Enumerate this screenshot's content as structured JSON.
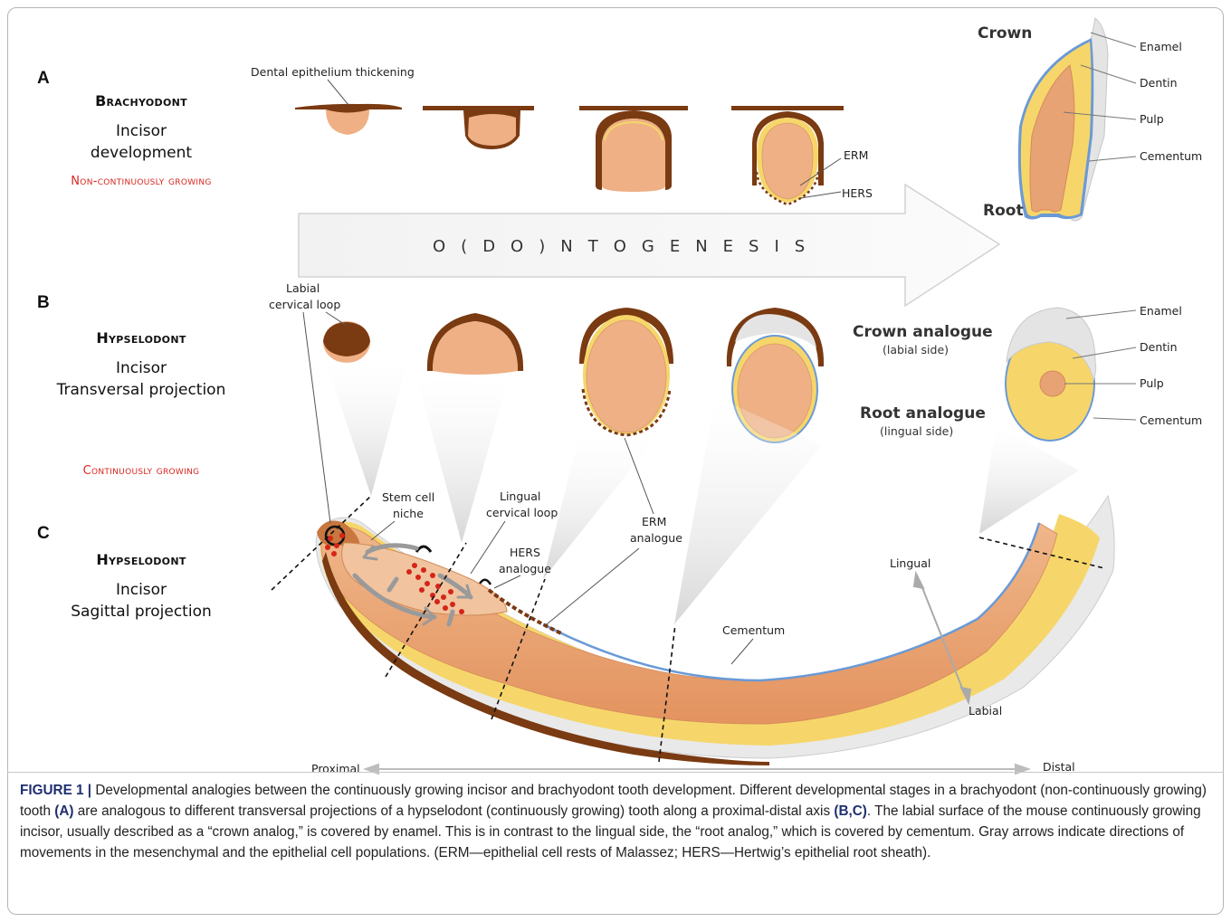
{
  "panels": {
    "a": {
      "letter": "A",
      "type": "Brachyodont",
      "line1": "Incisor",
      "line2": "development",
      "growth": "Non-continuously growing"
    },
    "b": {
      "letter": "B",
      "type": "Hypselodont",
      "line1": "Incisor",
      "line2": "Transversal projection",
      "growth": "Continuously growing"
    },
    "c": {
      "letter": "C",
      "type": "Hypselodont",
      "line1": "Incisor",
      "line2": "Sagittal projection"
    }
  },
  "annotations": {
    "dental_epithelium": "Dental epithelium thickening",
    "erm": "ERM",
    "hers": "HERS",
    "crown": "Crown",
    "root": "Root",
    "enamel": "Enamel",
    "dentin": "Dentin",
    "pulp": "Pulp",
    "cementum": "Cementum",
    "arrow_text": "O(DO)NTOGENESIS",
    "labial_cervical_loop_1": "Labial",
    "labial_cervical_loop_2": "cervical loop",
    "crown_analogue": "Crown analogue",
    "crown_analogue_sub": "(labial side)",
    "root_analogue": "Root analogue",
    "root_analogue_sub": "(lingual side)",
    "stem_cell_1": "Stem cell",
    "stem_cell_2": "niche",
    "lingual_loop_1": "Lingual",
    "lingual_loop_2": "cervical loop",
    "hers_analogue_1": "HERS",
    "hers_analogue_2": "analogue",
    "erm_analogue_1": "ERM",
    "erm_analogue_2": "analogue",
    "lingual": "Lingual",
    "labial": "Labial",
    "cementum_c": "Cementum",
    "proximal": "Proximal",
    "distal": "Distal"
  },
  "caption": {
    "figure_label": "FIGURE 1 |",
    "t1": " Developmental analogies between the continuously growing incisor and brachyodont tooth development. Different developmental stages in a brachyodont (non-continuously growing) tooth ",
    "ref_a": "(A)",
    "t2": " are analogous to different transversal projections of a hypselodont (continuously growing) tooth along a proximal-distal axis ",
    "ref_bc": "(B,C)",
    "t3": ". The labial surface of the mouse continuously growing incisor, usually described as a “crown analog,” is covered by enamel. This is in contrast to the lingual side, the “root analog,” which is covered by cementum. Gray arrows indicate directions of movements in the mesenchymal and the epithelial cell populations. (ERM—epithelial cell rests of Malassez; HERS—Hertwig’s epithelial root sheath)."
  },
  "colors": {
    "epithelium": "#7a3a12",
    "pulp": "#eeb084",
    "dentin": "#f6d66a",
    "enamel": "#e3e3e3",
    "cementum": "#6a9ad6",
    "alert": "#d8261f",
    "caption_accent": "#1f2f6e"
  }
}
